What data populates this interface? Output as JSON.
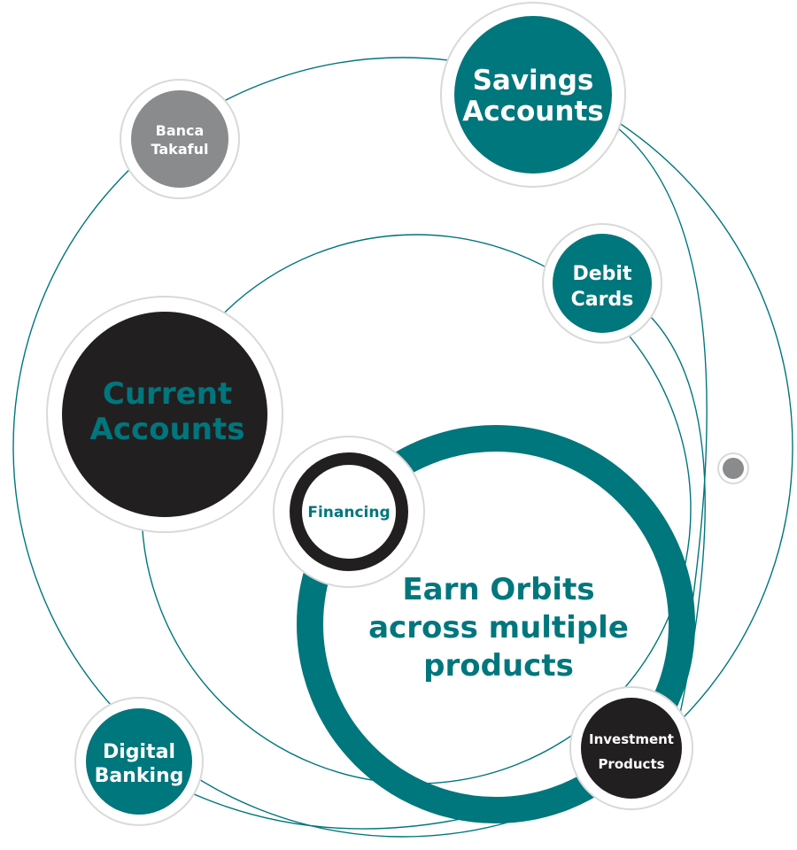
{
  "colors": {
    "teal": "#00767d",
    "dark": "#221f20",
    "gray": "#8a8b8d",
    "ring": "#d9d9d9",
    "white": "#ffffff"
  },
  "center": {
    "line1": "Earn Orbits",
    "line2": "across multiple",
    "line3": "products"
  },
  "nodes": {
    "savings": {
      "line1": "Savings",
      "line2": "Accounts"
    },
    "banca": {
      "line1": "Banca",
      "line2": "Takaful"
    },
    "debit": {
      "line1": "Debit",
      "line2": "Cards"
    },
    "current": {
      "line1": "Current",
      "line2": "Accounts"
    },
    "financing": {
      "line1": "Financing"
    },
    "digital": {
      "line1": "Digital",
      "line2": "Banking"
    },
    "investment": {
      "line1": "Investment",
      "line2": "Products"
    }
  }
}
